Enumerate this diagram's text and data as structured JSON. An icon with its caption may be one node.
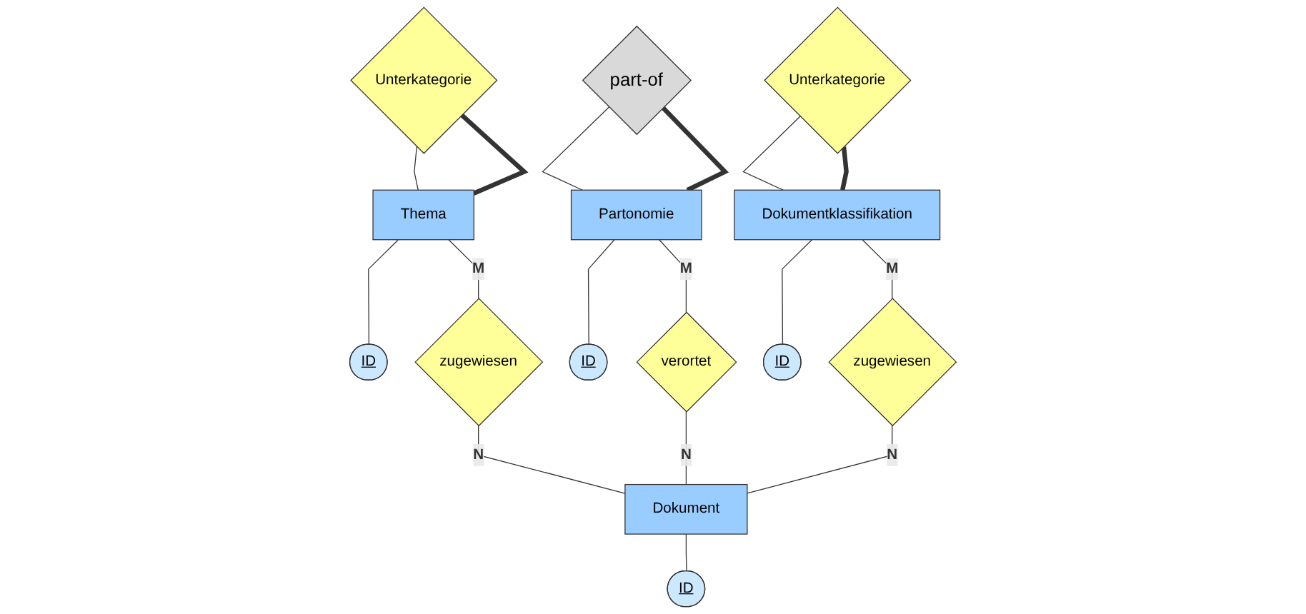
{
  "diagram": {
    "nodes": [
      {
        "text": [
          "Unterkategorie"
        ]
      },
      {
        "text": [
          "part-of"
        ]
      },
      {
        "text": [
          "Unterkategorie"
        ]
      },
      {
        "text": [
          "Thema"
        ]
      },
      {
        "text": [
          "Partonomie"
        ]
      },
      {
        "text": [
          "Dokumentklassifikation"
        ]
      },
      {
        "text": [
          "ID"
        ]
      },
      {
        "text": [
          "ID"
        ]
      },
      {
        "text": [
          "ID"
        ]
      },
      {
        "text": [
          "zugewiesen"
        ]
      },
      {
        "text": [
          "verortet"
        ]
      },
      {
        "text": [
          "zugewiesen"
        ]
      },
      {
        "text": [
          "Dokument"
        ]
      },
      {
        "text": [
          "ID"
        ]
      }
    ],
    "edges": [
      {
        "from": 0,
        "to": 3,
        "arrow": "none"
      },
      {
        "from": 0,
        "to": 3,
        "arrow": "none",
        "style": "thick"
      },
      {
        "from": 1,
        "to": 4,
        "arrow": "none"
      },
      {
        "from": 1,
        "to": 4,
        "arrow": "none",
        "style": "thick"
      },
      {
        "from": 2,
        "to": 5,
        "arrow": "none"
      },
      {
        "from": 2,
        "to": 5,
        "arrow": "none",
        "style": "thick"
      },
      {
        "from": 3,
        "to": 6,
        "arrow": "none"
      },
      {
        "from": 4,
        "to": 7,
        "arrow": "none"
      },
      {
        "from": 5,
        "to": 8,
        "arrow": "none"
      },
      {
        "from": 3,
        "to": 9,
        "arrow": "none",
        "label": "M"
      },
      {
        "from": 4,
        "to": 10,
        "arrow": "none",
        "label": "M"
      },
      {
        "from": 5,
        "to": 11,
        "arrow": "none",
        "label": "M"
      },
      {
        "from": 9,
        "to": 12,
        "arrow": "none",
        "label": "N"
      },
      {
        "from": 10,
        "to": 12,
        "arrow": "none",
        "label": "N"
      },
      {
        "from": 11,
        "to": 12,
        "arrow": "none",
        "label": "N"
      },
      {
        "from": 12,
        "to": 13,
        "arrow": "none"
      }
    ]
  }
}
